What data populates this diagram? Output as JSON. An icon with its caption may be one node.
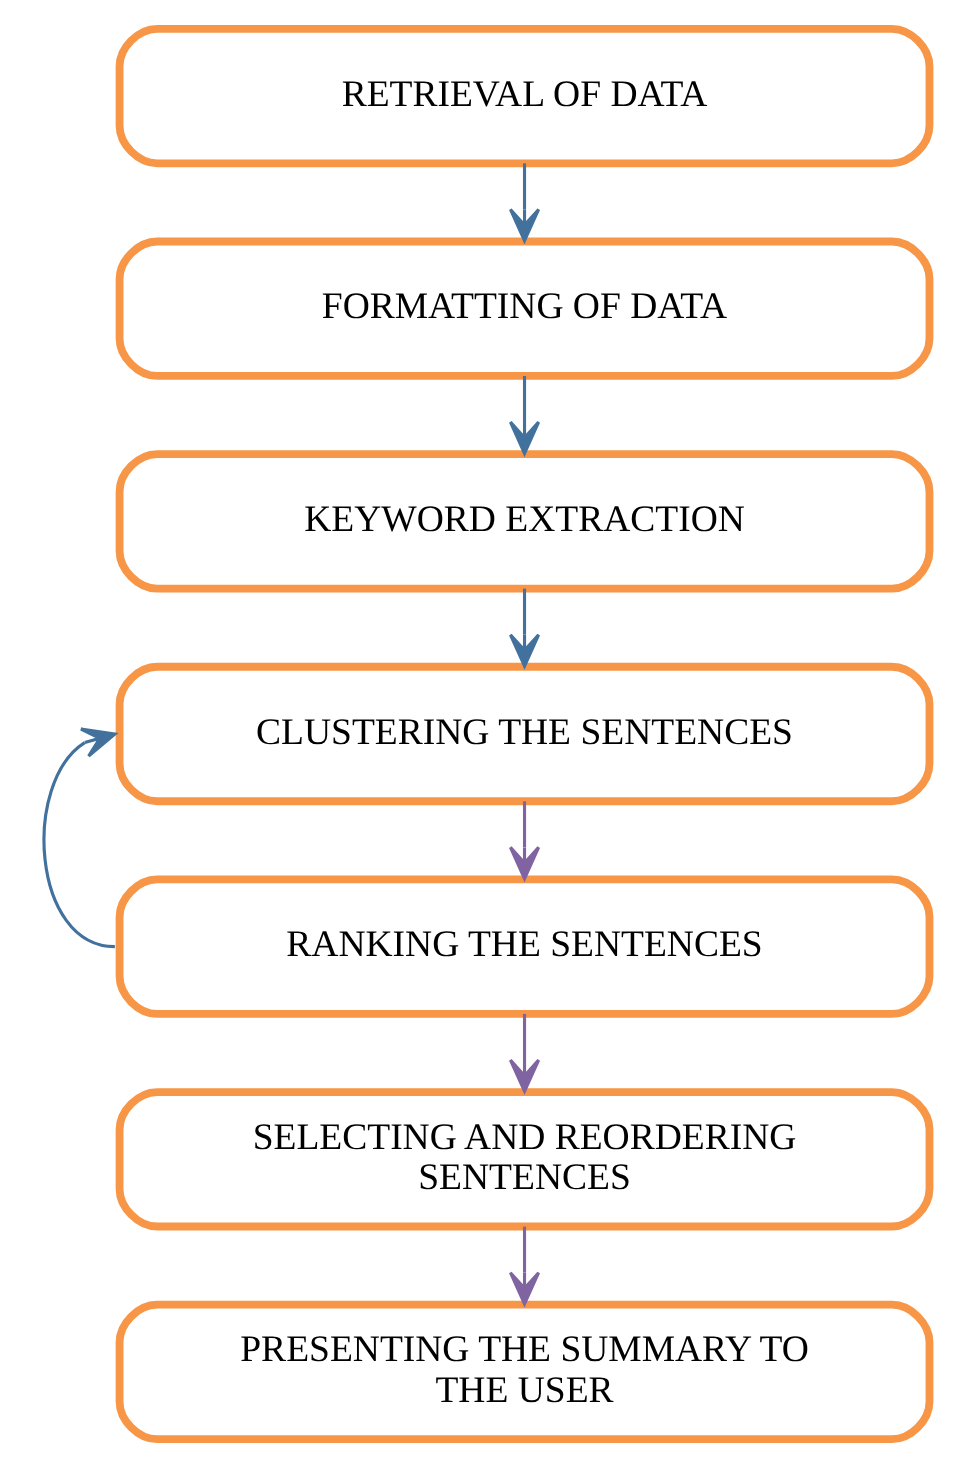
{
  "diagram": {
    "nodes": [
      {
        "text": [
          "RETRIEVAL OF DATA"
        ]
      },
      {
        "text": [
          "FORMATTING OF DATA"
        ]
      },
      {
        "text": [
          "KEYWORD EXTRACTION"
        ]
      },
      {
        "text": [
          "CLUSTERING THE SENTENCES"
        ]
      },
      {
        "text": [
          "RANKING THE SENTENCES"
        ]
      },
      {
        "text": [
          "SELECTING AND REORDERING SENTENCES"
        ]
      },
      {
        "text": [
          "PRESENTING THE SUMMARY TO THE USER"
        ]
      }
    ],
    "edges": [
      {
        "from": 0,
        "to": 1,
        "arrow": "to"
      },
      {
        "from": 1,
        "to": 2,
        "arrow": "to"
      },
      {
        "from": 2,
        "to": 3,
        "arrow": "to"
      },
      {
        "from": 3,
        "to": 4,
        "arrow": "to",
        "color": "#8064a2"
      },
      {
        "from": 4,
        "to": 3,
        "arrow": "to"
      },
      {
        "from": 4,
        "to": 5,
        "arrow": "to",
        "color": "#8064a2"
      },
      {
        "from": 5,
        "to": 6,
        "arrow": "to",
        "color": "#8064a2"
      }
    ]
  }
}
